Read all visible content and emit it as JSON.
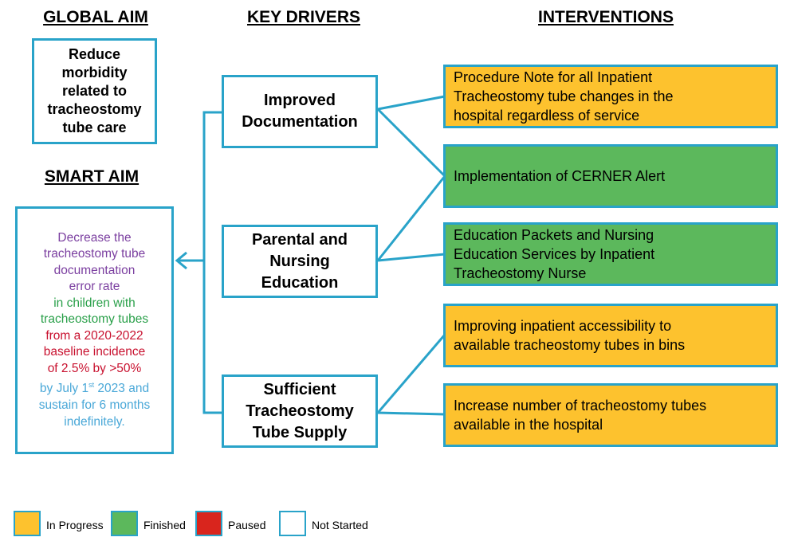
{
  "headers": {
    "global_aim": "GLOBAL AIM",
    "key_drivers": "KEY DRIVERS",
    "interventions": "INTERVENTIONS",
    "smart_aim": "SMART AIM"
  },
  "global_aim_lines": [
    "Reduce",
    "morbidity",
    "related to",
    "tracheostomy",
    "tube care"
  ],
  "smart_aim": {
    "part1": [
      "Decrease the",
      "tracheostomy tube",
      "documentation",
      "error rate"
    ],
    "part2": [
      "in children with",
      "tracheostomy tubes"
    ],
    "part3": [
      "from a 2020-2022",
      "baseline incidence",
      "of 2.5% by >50%"
    ],
    "part4_pre": "by July 1",
    "part4_sup": "st",
    "part4_post": " 2023 and",
    "part4_rest": [
      "sustain for 6 months",
      "indefinitely."
    ]
  },
  "drivers": [
    {
      "lines": [
        "Improved",
        "Documentation"
      ]
    },
    {
      "lines": [
        "Parental and",
        "Nursing",
        "Education"
      ]
    },
    {
      "lines": [
        "Sufficient",
        "Tracheostomy",
        "Tube Supply"
      ]
    }
  ],
  "interventions": [
    {
      "lines": [
        "Procedure Note for all Inpatient",
        "Tracheostomy tube changes in the",
        "hospital regardless of service"
      ],
      "status": "in_progress"
    },
    {
      "lines": [
        "Implementation of CERNER Alert"
      ],
      "status": "finished"
    },
    {
      "lines": [
        "Education Packets and Nursing",
        "Education Services by Inpatient",
        "Tracheostomy Nurse"
      ],
      "status": "finished"
    },
    {
      "lines": [
        "Improving inpatient accessibility to",
        "available tracheostomy tubes in bins"
      ],
      "status": "in_progress"
    },
    {
      "lines": [
        "Increase number of tracheostomy tubes",
        "available in the hospital"
      ],
      "status": "in_progress"
    }
  ],
  "legend": [
    {
      "label": "In Progress",
      "color": "#fdc22e"
    },
    {
      "label": "Finished",
      "color": "#5cb85c"
    },
    {
      "label": "Paused",
      "color": "#d9251d"
    },
    {
      "label": "Not Started",
      "color": "#ffffff"
    }
  ],
  "colors": {
    "border": "#29a3c9",
    "in_progress": "#fdc22e",
    "finished": "#5cb85c",
    "smart_purple": "#7b3fa0",
    "smart_green": "#2aa04a",
    "smart_red": "#c8102e",
    "smart_blue": "#4aa8d8"
  }
}
